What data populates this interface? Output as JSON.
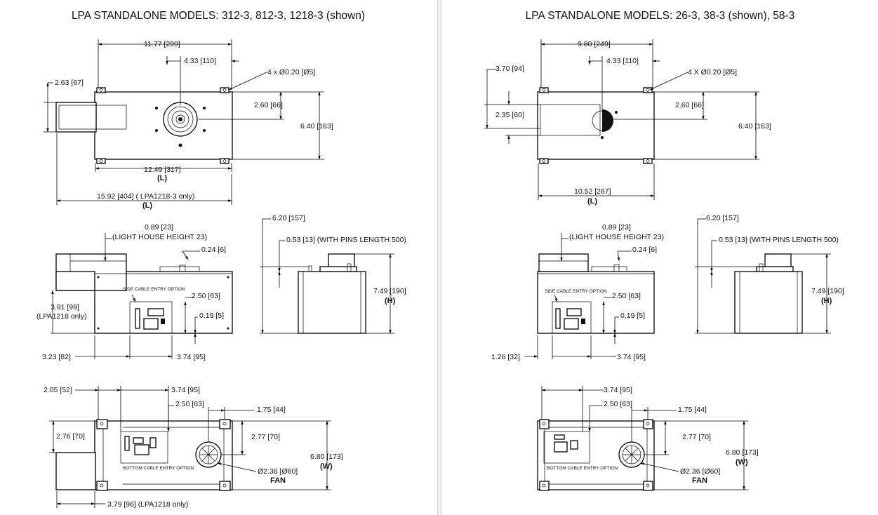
{
  "left": {
    "title": "LPA STANDALONE MODELS: 312-3, 812-3, 1218-3 (shown)",
    "top_view": {
      "overall_width": "11.77 [299]",
      "fan_offset": "4.33 [110]",
      "holes": "4 x Ø0.20 [Ø5]",
      "ext_height": "2.63 [67]",
      "fan_center_y": "2.60 [66]",
      "depth": "6.40 [163]",
      "length": "12.49 [317]",
      "length_tag": "(L)",
      "length_1218": "15.92 [404] ( LPA1218-3 only)",
      "length_1218_tag": "(L)"
    },
    "side_view": {
      "lighthouse": "0.89 [23]",
      "lighthouse_note": "(LIGHT HOUSE HEIGHT 23)",
      "pin_offset": "0.24 [6]",
      "cable_option": "SIDE CABLE ENTRY OPTION",
      "cable_height": "2.50 [63]",
      "cable_bottom": "0.19 [5]",
      "height": "3.91 [99]",
      "height_note": "(LPA1218 only)",
      "offset_left": "3.23 [82]",
      "cable_width": "3.74 [95]"
    },
    "end_view": {
      "total": "6.20 [157]",
      "pins": "0.53 [13] (WITH PINS LENGTH 500)",
      "height": "7.49 [190]",
      "height_tag": "(H)"
    },
    "bottom_view": {
      "offset": "2.05 [52]",
      "cable_width": "3.74 [95]",
      "cable_height": "2.50 [63]",
      "fan_offset": "1.75 [44]",
      "ext_width": "2.76 [70]",
      "fan_center": "2.77 [70]",
      "width": "6.80 [173]",
      "width_tag": "(W)",
      "cable_option": "BOTTOM CABLE ENTRY OPTION",
      "fan_dia": "Ø2.36 [Ø60]",
      "fan_label": "FAN",
      "ext_length": "3.79 [96] (LPA1218 only)"
    }
  },
  "right": {
    "title": "LPA STANDALONE MODELS: 26-3, 38-3 (shown), 58-3",
    "top_view": {
      "overall_width": "9.80 [249]",
      "fan_offset": "4.33 [110]",
      "holes": "4 X Ø0.20 [Ø5]",
      "ext_top": "3.70 [94]",
      "ext_height": "2.35 [60]",
      "fan_center_y": "2.60 [66]",
      "depth": "6.40 [163]",
      "length": "10.52 [267]",
      "length_tag": "(L)"
    },
    "side_view": {
      "lighthouse": "0.89 [23]",
      "lighthouse_note": "(LIGHT HOUSE HEIGHT 23)",
      "pin_offset": "0.24 [6]",
      "cable_option": "SIDE CABLE ENTRY OPTION",
      "cable_height": "2.50 [63]",
      "cable_bottom": "0.19 [5]",
      "offset_left": "1.26 [32]",
      "cable_width": "3.74 [95]"
    },
    "end_view": {
      "total": "6.20 [157]",
      "pins": "0.53 [13] (WITH PINS LENGTH 500)",
      "height": "7.49 [190]",
      "height_tag": "(H)"
    },
    "bottom_view": {
      "cable_width": "3.74 [95]",
      "cable_height": "2.50 [63]",
      "fan_offset": "1.75 [44]",
      "fan_center": "2.77 [70]",
      "width": "6.80 [173]",
      "width_tag": "(W)",
      "cable_option": "BOTTOM CABLE ENTRY OPTION",
      "fan_dia": "Ø2.36 [Ø60]",
      "fan_label": "FAN"
    }
  }
}
